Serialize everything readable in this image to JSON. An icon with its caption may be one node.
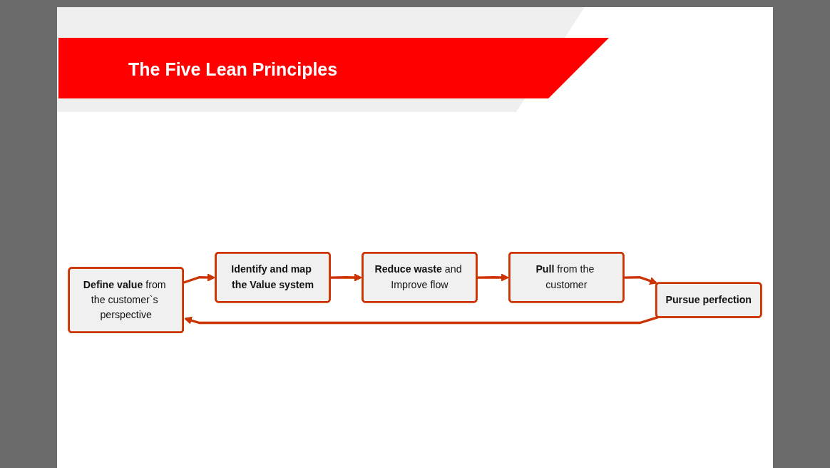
{
  "diagram": {
    "title": "The Five Lean Principles",
    "nodes": [
      {
        "text": [
          "**Define value** from the customer`s perspective"
        ]
      },
      {
        "text": [
          "Identify and map the Value system"
        ]
      },
      {
        "text": [
          "**Reduce waste** and Improve flow"
        ]
      },
      {
        "text": [
          "**Pull** from the customer"
        ]
      },
      {
        "text": [
          "Pursue perfection"
        ]
      }
    ],
    "edges": [
      {
        "from": 0,
        "to": 1,
        "arrow": "to"
      },
      {
        "from": 1,
        "to": 2,
        "arrow": "to"
      },
      {
        "from": 2,
        "to": 3,
        "arrow": "to"
      },
      {
        "from": 3,
        "to": 4,
        "arrow": "to"
      },
      {
        "from": 4,
        "to": 0,
        "arrow": "to"
      }
    ]
  }
}
